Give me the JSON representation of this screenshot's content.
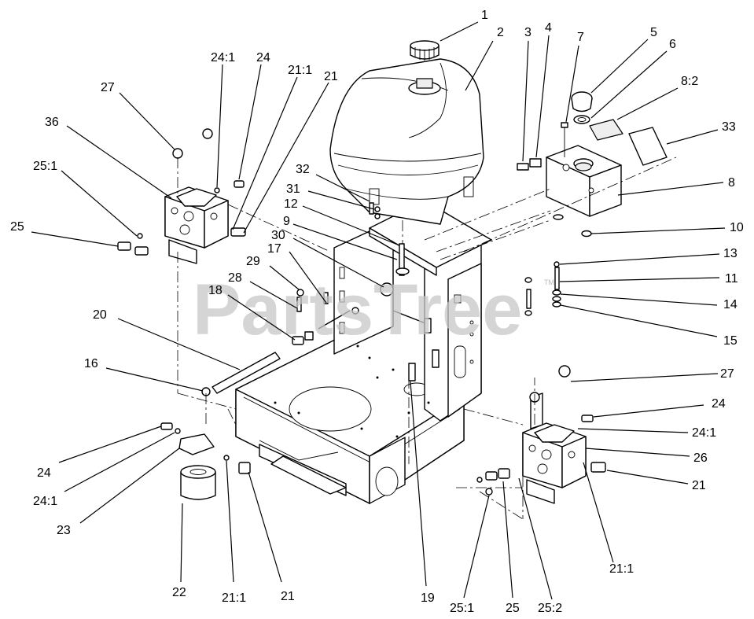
{
  "watermark": {
    "text": "PartsTree",
    "tm": "TM"
  },
  "callouts": [
    {
      "id": "c1",
      "text": "1"
    },
    {
      "id": "c2",
      "text": "2"
    },
    {
      "id": "c3",
      "text": "3"
    },
    {
      "id": "c4",
      "text": "4"
    },
    {
      "id": "c7",
      "text": "7"
    },
    {
      "id": "c5",
      "text": "5"
    },
    {
      "id": "c6",
      "text": "6"
    },
    {
      "id": "c8_2",
      "text": "8:2"
    },
    {
      "id": "c33",
      "text": "33"
    },
    {
      "id": "c8",
      "text": "8"
    },
    {
      "id": "c10",
      "text": "10"
    },
    {
      "id": "c13",
      "text": "13"
    },
    {
      "id": "c11",
      "text": "11"
    },
    {
      "id": "c14",
      "text": "14"
    },
    {
      "id": "c15",
      "text": "15"
    },
    {
      "id": "c27r",
      "text": "27"
    },
    {
      "id": "c24r",
      "text": "24"
    },
    {
      "id": "c24_1r",
      "text": "24:1"
    },
    {
      "id": "c26",
      "text": "26"
    },
    {
      "id": "c21r",
      "text": "21"
    },
    {
      "id": "c21_1r",
      "text": "21:1"
    },
    {
      "id": "c25_2",
      "text": "25:2"
    },
    {
      "id": "c25b",
      "text": "25"
    },
    {
      "id": "c25_1b",
      "text": "25:1"
    },
    {
      "id": "c19",
      "text": "19"
    },
    {
      "id": "c21b",
      "text": "21"
    },
    {
      "id": "c21_1b",
      "text": "21:1"
    },
    {
      "id": "c22",
      "text": "22"
    },
    {
      "id": "c23",
      "text": "23"
    },
    {
      "id": "c24_1l",
      "text": "24:1"
    },
    {
      "id": "c24l",
      "text": "24"
    },
    {
      "id": "c16",
      "text": "16"
    },
    {
      "id": "c20",
      "text": "20"
    },
    {
      "id": "c18",
      "text": "18"
    },
    {
      "id": "c28",
      "text": "28"
    },
    {
      "id": "c29",
      "text": "29"
    },
    {
      "id": "c17",
      "text": "17"
    },
    {
      "id": "c30",
      "text": "30"
    },
    {
      "id": "c9",
      "text": "9"
    },
    {
      "id": "c12",
      "text": "12"
    },
    {
      "id": "c31",
      "text": "31"
    },
    {
      "id": "c32",
      "text": "32"
    },
    {
      "id": "c25l",
      "text": "25"
    },
    {
      "id": "c25_1l",
      "text": "25:1"
    },
    {
      "id": "c36",
      "text": "36"
    },
    {
      "id": "c27l",
      "text": "27"
    },
    {
      "id": "c24_1t",
      "text": "24:1"
    },
    {
      "id": "c24t",
      "text": "24"
    },
    {
      "id": "c21_1t",
      "text": "21:1"
    },
    {
      "id": "c21t",
      "text": "21"
    }
  ]
}
